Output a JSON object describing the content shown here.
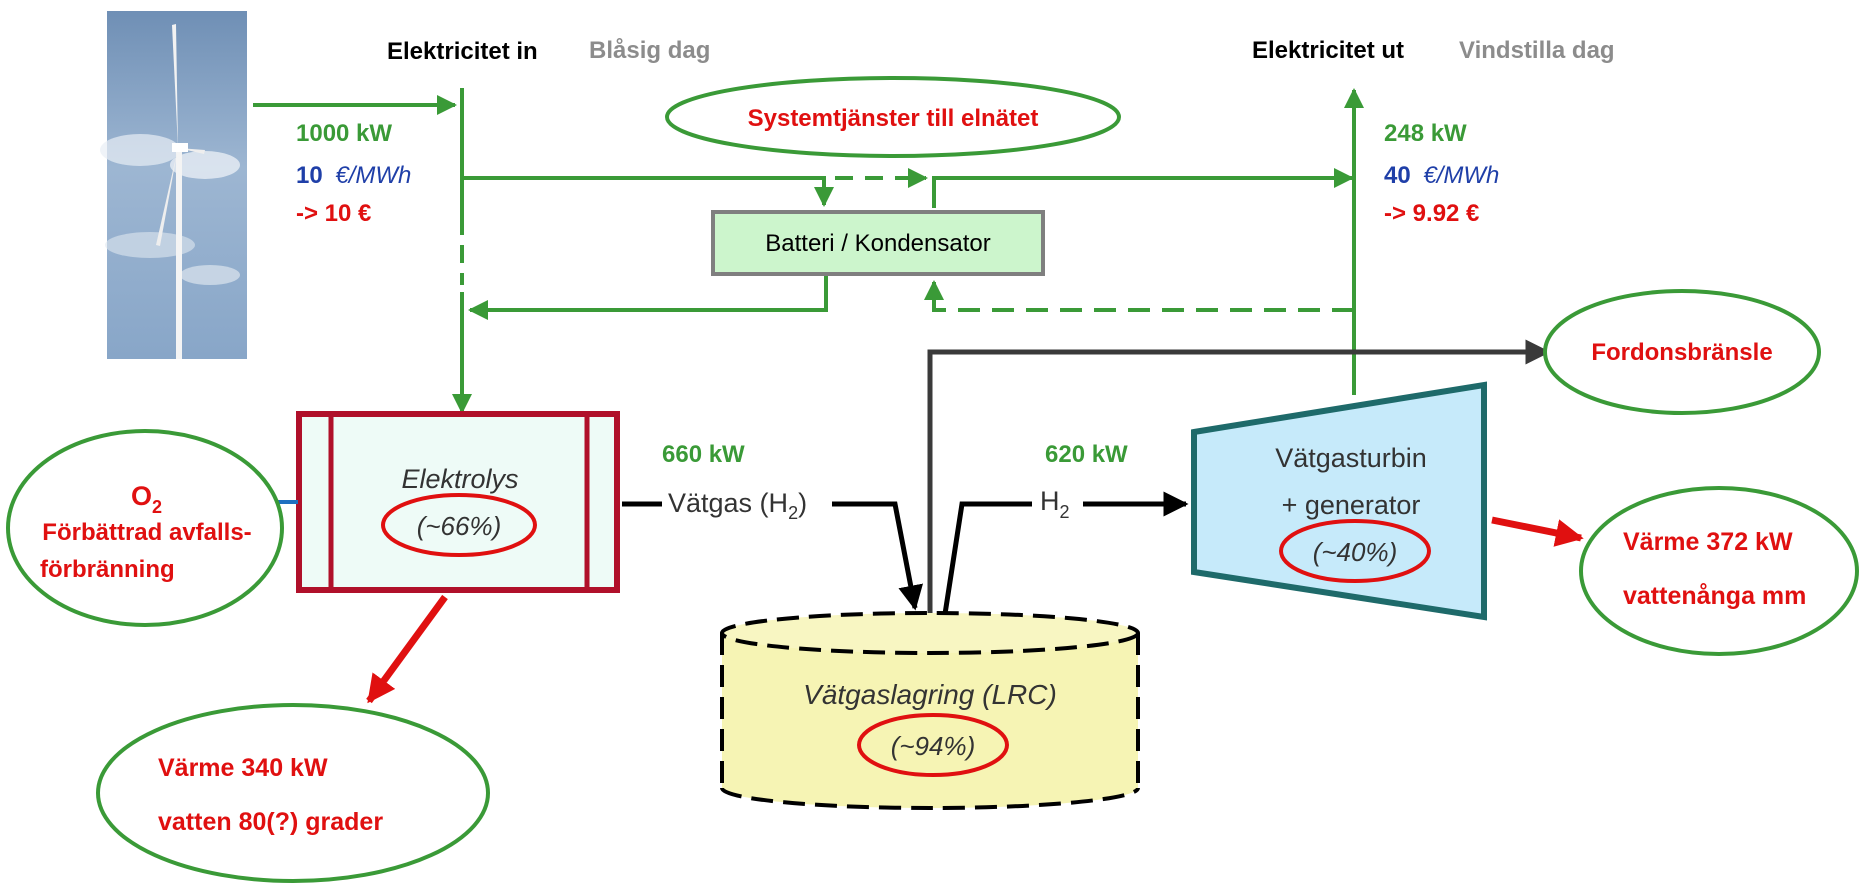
{
  "input": {
    "title": "Elektricitet in",
    "condition": "Blåsig dag",
    "power": "1000 kW",
    "price_value": "10",
    "price_unit": "€/MWh",
    "cost": "-> 10 €"
  },
  "output": {
    "title": "Elektricitet ut",
    "condition": "Vindstilla dag",
    "power": "248 kW",
    "price_value": "40",
    "price_unit": "€/MWh",
    "revenue": "-> 9.92 €"
  },
  "grid_services": "Systemtjänster till elnätet",
  "battery": "Batteri / Kondensator",
  "electrolysis": {
    "label": "Elektrolys",
    "efficiency": "(~66%)"
  },
  "oxygen": {
    "symbol": "O",
    "subscript": "2",
    "line1": "Förbättrad avfalls-",
    "line2": "förbränning"
  },
  "heat_electrolysis": {
    "line1": "Värme 340 kW",
    "line2": "vatten 80(?) grader"
  },
  "hydrogen_flow_in": {
    "power": "660 kW",
    "label": "Vätgas (H",
    "subscript": "2",
    "close": ")"
  },
  "hydrogen_flow_out": {
    "power": "620 kW",
    "label": "H",
    "subscript": "2"
  },
  "storage": {
    "label": "Vätgaslagring (LRC)",
    "efficiency": "(~94%)"
  },
  "turbine": {
    "line1": "Vätgasturbin",
    "line2": "+ generator",
    "efficiency": "(~40%)"
  },
  "vehicle_fuel": "Fordonsbränsle",
  "heat_turbine": {
    "line1": "Värme 372 kW",
    "line2": "vattenånga mm"
  },
  "colors": {
    "electric_green": "#3a9a37",
    "heat_red": "#e01010",
    "price_blue": "#1f3fa8",
    "electrolysis_border": "#b0102a",
    "turbine_fill": "#c6eafa",
    "turbine_border": "#1e6a6a",
    "storage_fill": "#f6f4b4",
    "battery_fill": "#ccf5cc"
  }
}
